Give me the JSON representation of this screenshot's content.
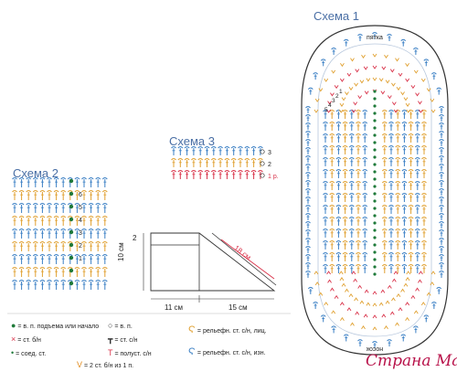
{
  "titles": {
    "scheme1": "Схема 1",
    "scheme2": "Схема 2",
    "scheme3": "Схема 3"
  },
  "scheme1": {
    "top_label": "пятка",
    "bottom_label": "носок",
    "row_numbers": [
      "1",
      "2",
      "3",
      "4",
      "5"
    ]
  },
  "scheme2": {
    "row_numbers": [
      "6",
      "5",
      "4",
      "3",
      "2",
      "1"
    ]
  },
  "scheme3": {
    "row_numbers": [
      "3",
      "2",
      "1 р."
    ]
  },
  "pattern": {
    "height_marker": "2",
    "left_height": "10 см",
    "diagonal": "18 см",
    "bottom_left": "11 см",
    "bottom_right": "15 см"
  },
  "legend": [
    {
      "symbol": "●",
      "color": "#1f7a3a",
      "text": "= в. п. подъема или начало"
    },
    {
      "symbol": "×",
      "color": "#d9334a",
      "text": "= ст. б/н"
    },
    {
      "symbol": "•",
      "color": "#1f7a3a",
      "text": "= соед. ст."
    },
    {
      "symbol": "○",
      "color": "#333333",
      "text": "= в. п."
    },
    {
      "symbol": "┳",
      "color": "#333333",
      "text": "= ст. с/н"
    },
    {
      "symbol": "T",
      "color": "#d9334a",
      "text": "= полуст. с/н"
    },
    {
      "symbol": "V",
      "color": "#e08a1c",
      "text": "= 2 ст. б/н из 1 п."
    },
    {
      "symbol": "Ϛ",
      "color": "#e0a030",
      "text": "= рельефн. ст. с/н, лиц."
    },
    {
      "symbol": "Ϛ",
      "color": "#3a7fc4",
      "text": "= рельефн. ст. с/н, изн."
    }
  ],
  "watermark": "Страна Мам",
  "colors": {
    "title": "#4a6fa5",
    "blue": "#3a7fc4",
    "orange": "#e0a030",
    "red": "#d9334a",
    "green": "#1f7a3a",
    "outline": "#555555"
  }
}
